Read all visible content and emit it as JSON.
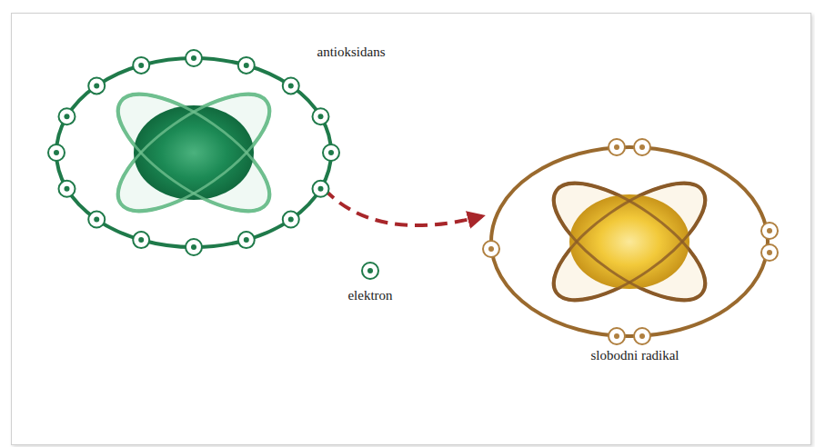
{
  "diagram": {
    "nodes": [
      {
        "text": [
          "antioksidans"
        ]
      },
      {
        "text": [
          "elektron"
        ]
      },
      {
        "text": [
          "slobodni radikal"
        ]
      }
    ],
    "edges": [
      {
        "from": 0,
        "to": 2,
        "arrow": "to"
      }
    ]
  }
}
